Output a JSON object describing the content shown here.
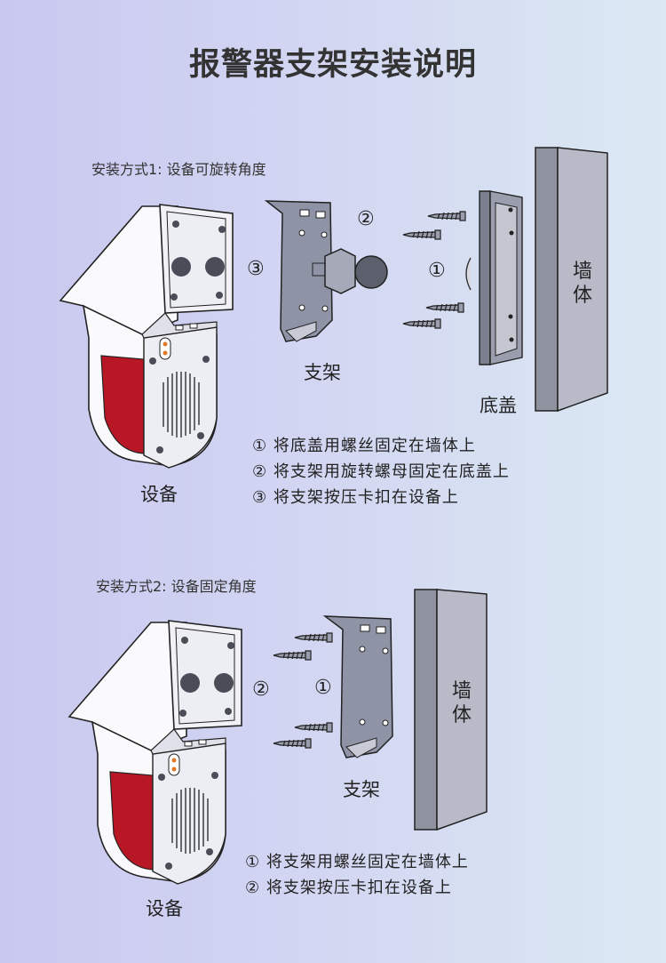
{
  "title": "报警器支架安装说明",
  "method1": {
    "subtitle": "安装方式1: 设备可旋转角度",
    "labels": {
      "bracket": "支架",
      "base": "底盖",
      "device": "设备",
      "wall": "墙体"
    },
    "markers": {
      "one": "①",
      "two": "②",
      "three": "③"
    },
    "steps": [
      "① 将底盖用螺丝固定在墙体上",
      "② 将支架用旋转螺母固定在底盖上",
      "③ 将支架按压卡扣在设备上"
    ]
  },
  "method2": {
    "subtitle": "安装方式2: 设备固定角度",
    "labels": {
      "bracket": "支架",
      "device": "设备",
      "wall": "墙体"
    },
    "markers": {
      "one": "①",
      "two": "②"
    },
    "steps": [
      "① 将支架用螺丝固定在墙体上",
      "② 将支架按压卡扣在设备上"
    ]
  },
  "colors": {
    "accent_red": "#b81726",
    "metal": "#8f93a6",
    "wall": "#b8bac8"
  }
}
